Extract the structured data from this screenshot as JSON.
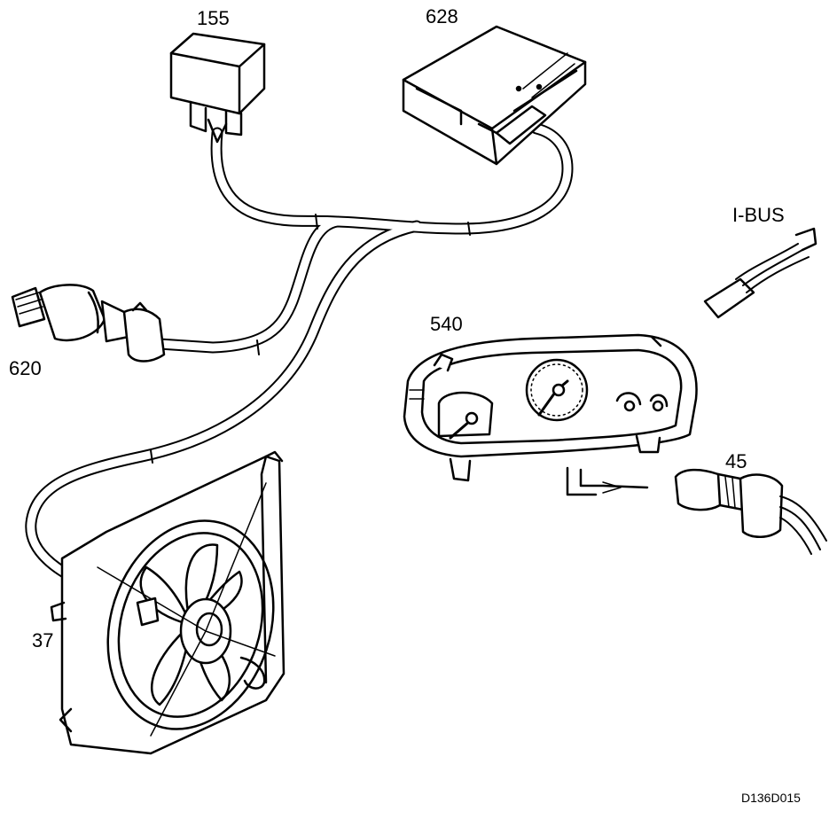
{
  "labels": {
    "relay": "155",
    "control_module": "628",
    "ibus": "I-BUS",
    "speed_sensor": "620",
    "instrument_cluster": "540",
    "temp_sensor": "45",
    "fan": "37"
  },
  "drawing_ref": "D136D015",
  "colors": {
    "line": "#000000",
    "background": "#ffffff"
  }
}
